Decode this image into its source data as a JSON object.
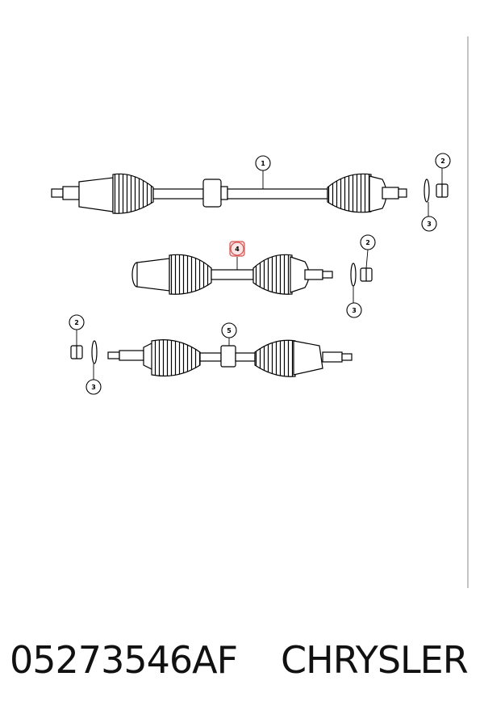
{
  "diagram": {
    "callouts": [
      {
        "id": "callout-1",
        "label": "1"
      },
      {
        "id": "callout-2a",
        "label": "2"
      },
      {
        "id": "callout-3a",
        "label": "3"
      },
      {
        "id": "callout-4",
        "label": "4",
        "highlighted": true
      },
      {
        "id": "callout-2b",
        "label": "2"
      },
      {
        "id": "callout-3b",
        "label": "3"
      },
      {
        "id": "callout-2c",
        "label": "2"
      },
      {
        "id": "callout-3c",
        "label": "3"
      },
      {
        "id": "callout-5",
        "label": "5"
      }
    ],
    "highlight_color": "#d9534f"
  },
  "caption": {
    "part_number": "05273546AF",
    "brand": "CHRYSLER"
  }
}
